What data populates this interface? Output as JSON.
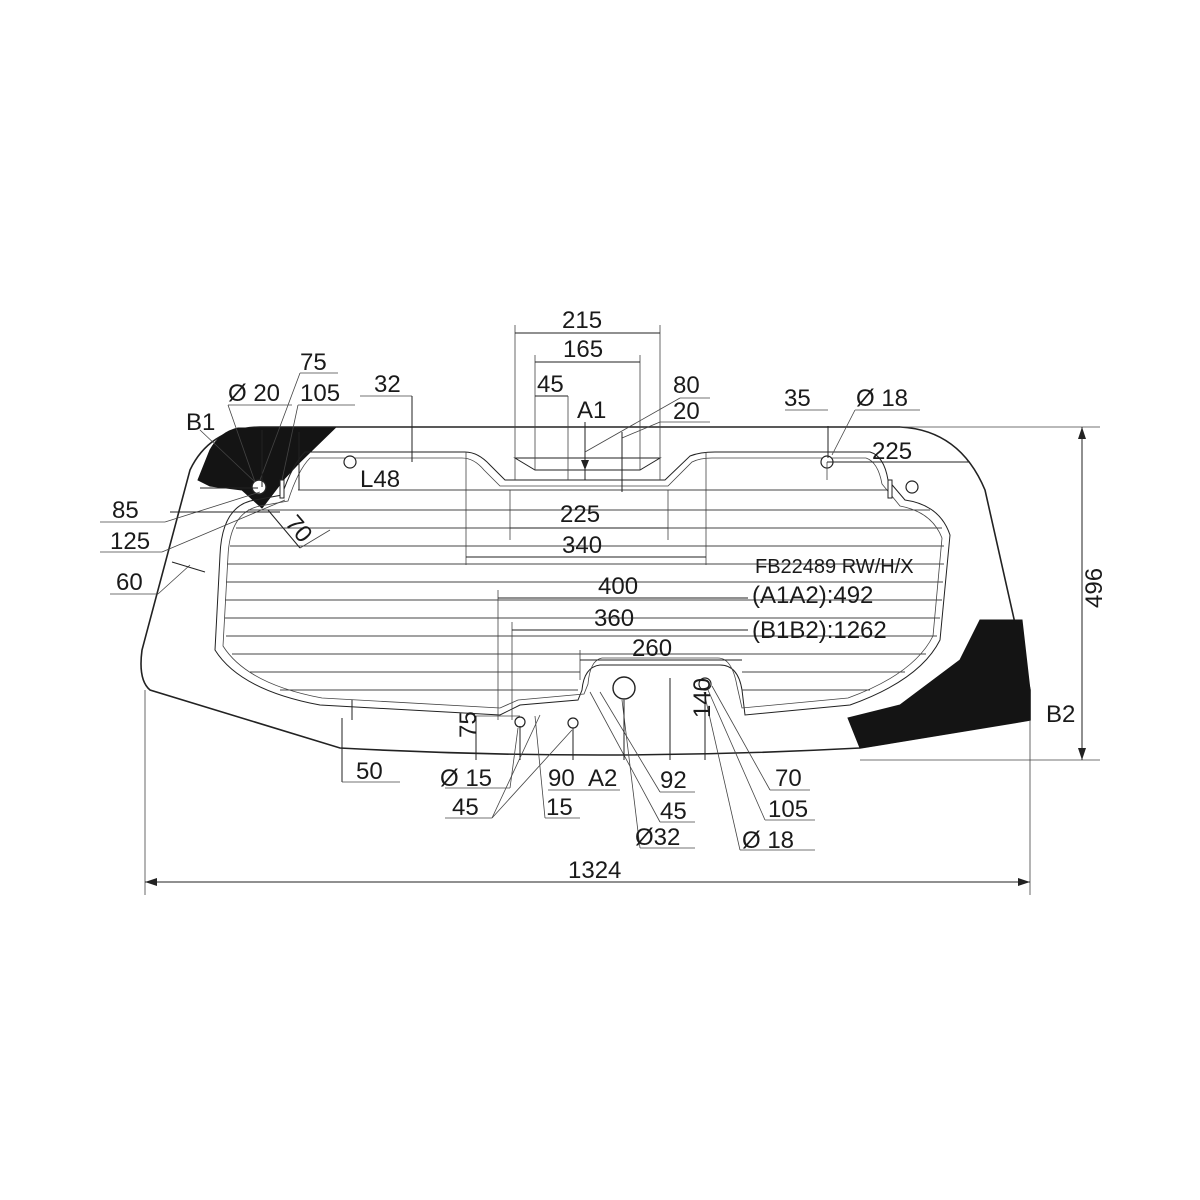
{
  "part": {
    "code": "FB22489 RW/H/X",
    "a1a2": "(A1A2):492",
    "b1b2": "(B1B2):1262"
  },
  "points": {
    "a1": "A1",
    "a2": "A2",
    "b1": "B1",
    "b2": "B2"
  },
  "dims": {
    "overall_width": "1324",
    "overall_height": "496",
    "top_215": "215",
    "top_165": "165",
    "top_45": "45",
    "top_80": "80",
    "top_20": "20",
    "d75": "75",
    "dia20": "Ø 20",
    "d105": "105",
    "d32": "32",
    "d35": "35",
    "dia18_top": "Ø 18",
    "d225_right": "225",
    "l48": "L48",
    "d85": "85",
    "d125": "125",
    "d60": "60",
    "d70_left": "70",
    "d225_mid": "225",
    "d340": "340",
    "d400": "400",
    "d360": "360",
    "d260": "260",
    "d140": "140",
    "d75_bottom": "75",
    "d50": "50",
    "dia15": "Ø 15",
    "d90": "90",
    "d45_left": "45",
    "d15": "15",
    "d92": "92",
    "d45_right": "45",
    "dia32": "Ø32",
    "d70_right": "70",
    "d105_bottom": "105",
    "dia18_bottom": "Ø 18"
  }
}
